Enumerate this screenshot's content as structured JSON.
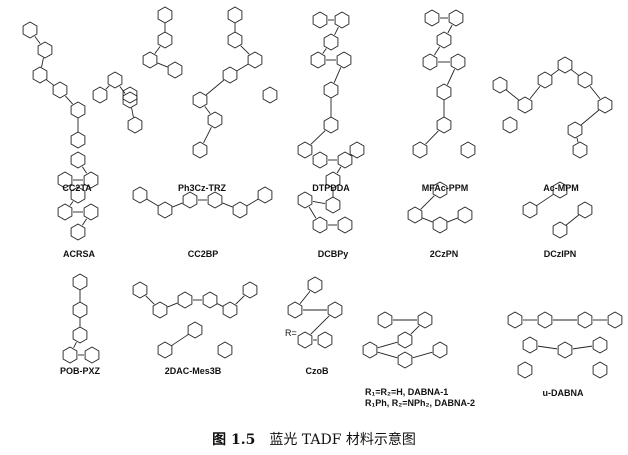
{
  "figure": {
    "caption_number": "图 1.5",
    "caption_text": "蓝光 TADF 材料示意图"
  },
  "molecules": [
    {
      "name": "CC2TA"
    },
    {
      "name": "Ph3Cz-TRZ"
    },
    {
      "name": "DTPDDA"
    },
    {
      "name": "MFAc-PPM"
    },
    {
      "name": "Ac-MPM"
    },
    {
      "name": "ACRSA"
    },
    {
      "name": "CC2BP"
    },
    {
      "name": "DCBPy"
    },
    {
      "name": "2CzPN"
    },
    {
      "name": "DCzIPN"
    },
    {
      "name": "POB-PXZ"
    },
    {
      "name": "2DAC-Mes3B"
    },
    {
      "name": "CzoB"
    },
    {
      "name": "DABNA",
      "line1": "R₁=R₂=H, DABNA-1",
      "line2": "R₁Ph, R₂=NPh₂, DABNA-2"
    },
    {
      "name": "u-DABNA"
    }
  ],
  "czob_substituent_label": "R="
}
